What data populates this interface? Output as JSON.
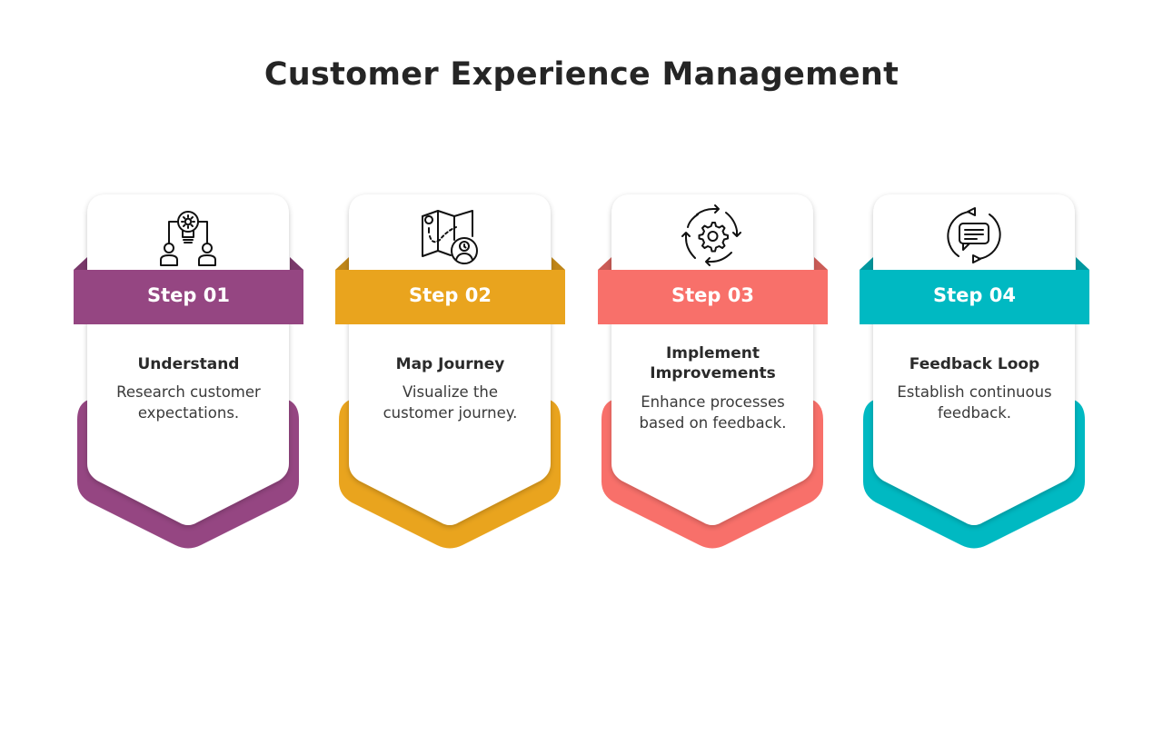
{
  "title": "Customer Experience Management",
  "colors": {
    "purple": "#954682",
    "orange": "#E9A41E",
    "coral": "#F8706A",
    "teal": "#00B9C2"
  },
  "steps": [
    {
      "label": "Step 01",
      "heading": "Understand",
      "description": "Research customer expectations.",
      "icon": "idea-collaboration-icon",
      "color": "#954682"
    },
    {
      "label": "Step 02",
      "heading": "Map Journey",
      "description": "Visualize the customer journey.",
      "icon": "journey-map-icon",
      "color": "#E9A41E"
    },
    {
      "label": "Step 03",
      "heading": "Implement Improvements",
      "description": "Enhance processes based on feedback.",
      "icon": "process-cycle-gear-icon",
      "color": "#F8706A"
    },
    {
      "label": "Step 04",
      "heading": "Feedback Loop",
      "description": "Establish continuous feedback.",
      "icon": "feedback-loop-chat-icon",
      "color": "#00B9C2"
    }
  ]
}
